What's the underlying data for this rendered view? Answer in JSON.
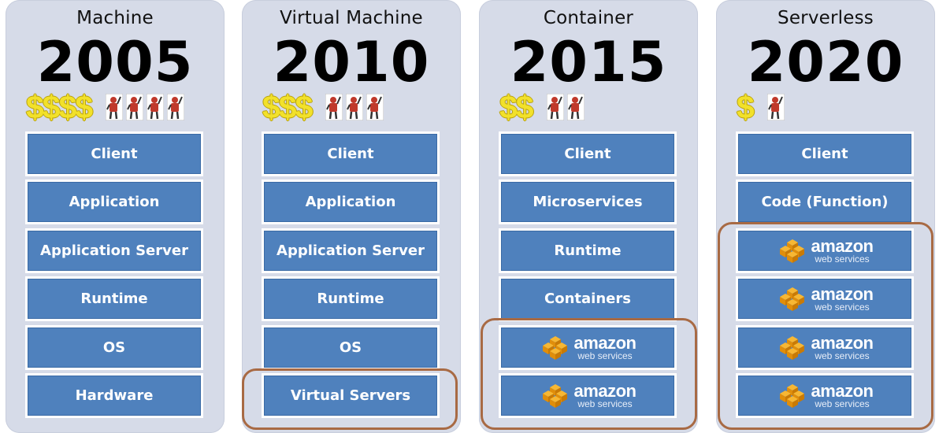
{
  "columns": [
    {
      "title": "Machine",
      "year": "2005",
      "cost": "$$$$",
      "people_count": 4,
      "layers": [
        {
          "label": "Client",
          "type": "text"
        },
        {
          "label": "Application",
          "type": "text"
        },
        {
          "label": "Application Server",
          "type": "text"
        },
        {
          "label": "Runtime",
          "type": "text"
        },
        {
          "label": "OS",
          "type": "text"
        },
        {
          "label": "Hardware",
          "type": "text"
        }
      ]
    },
    {
      "title": "Virtual Machine",
      "year": "2010",
      "cost": "$$$",
      "people_count": 3,
      "layers": [
        {
          "label": "Client",
          "type": "text"
        },
        {
          "label": "Application",
          "type": "text"
        },
        {
          "label": "Application Server",
          "type": "text"
        },
        {
          "label": "Runtime",
          "type": "text"
        },
        {
          "label": "OS",
          "type": "text"
        },
        {
          "label": "Virtual Servers",
          "type": "text"
        }
      ]
    },
    {
      "title": "Container",
      "year": "2015",
      "cost": "$$",
      "people_count": 2,
      "layers": [
        {
          "label": "Client",
          "type": "text"
        },
        {
          "label": "Microservices",
          "type": "text"
        },
        {
          "label": "Runtime",
          "type": "text"
        },
        {
          "label": "Containers",
          "type": "text"
        },
        {
          "label": "amazon web services",
          "type": "aws"
        },
        {
          "label": "amazon web services",
          "type": "aws"
        }
      ]
    },
    {
      "title": "Serverless",
      "year": "2020",
      "cost": "$",
      "people_count": 1,
      "layers": [
        {
          "label": "Client",
          "type": "text"
        },
        {
          "label": "Code (Function)",
          "type": "text"
        },
        {
          "label": "amazon web services",
          "type": "aws"
        },
        {
          "label": "amazon web services",
          "type": "aws"
        },
        {
          "label": "amazon web services",
          "type": "aws"
        },
        {
          "label": "amazon web services",
          "type": "aws"
        }
      ]
    }
  ],
  "aws_logo": {
    "primary": "amazon",
    "secondary": "web services"
  },
  "colors": {
    "column_bg": "#d6dbe8",
    "layer_fill": "#4f81bd",
    "highlight_border": "#a86a44",
    "dollar": "#f2e12a",
    "aws_orange": "#f0a31b"
  }
}
